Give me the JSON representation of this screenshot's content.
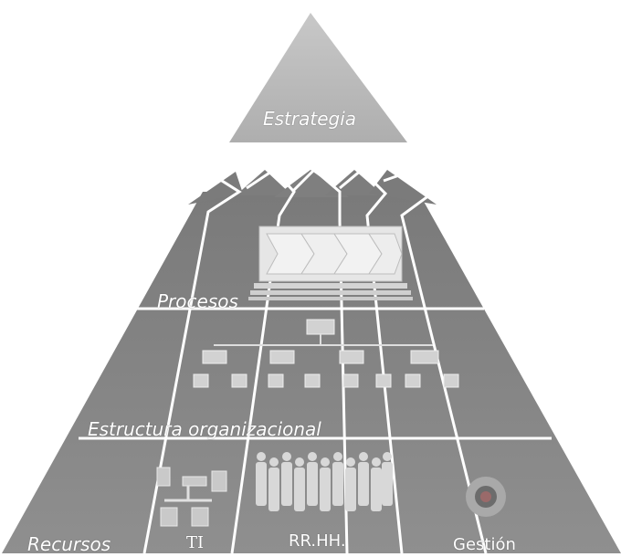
{
  "diagram": {
    "top_label": "Estrategia",
    "layers": {
      "procesos": "Procesos",
      "estructura": "Estructura organizacional",
      "recursos": "Recursos"
    },
    "resources": {
      "ti": "TI",
      "rrhh": "RR.HH.",
      "gestion": "Gestión"
    },
    "colors": {
      "top_triangle": "#b9b9b9",
      "arrows": "#7d7d7d",
      "band_procesos": "#8e8e8e",
      "band_estructura": "#959595",
      "band_recursos": "#8a8a8a",
      "lines": "#ffffff"
    }
  }
}
